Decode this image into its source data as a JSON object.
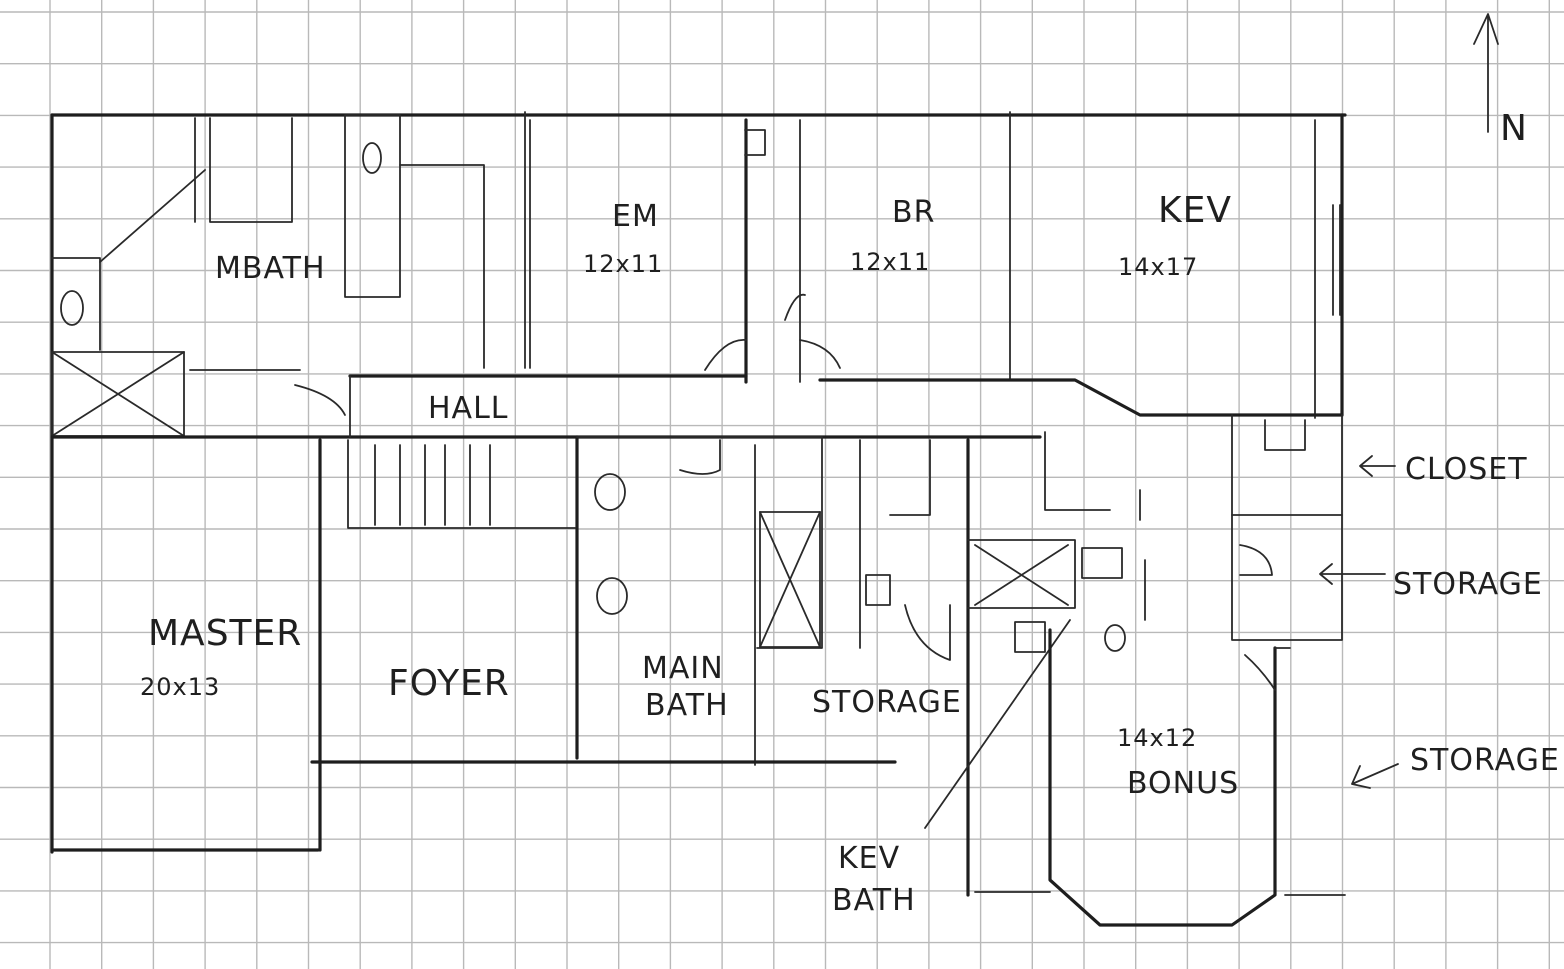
{
  "rooms": {
    "mbath": "MBATH",
    "em": "EM",
    "em_size": "12x11",
    "br": "BR",
    "br_size": "12x11",
    "kev": "KEV",
    "kev_size": "14x17",
    "hall": "HALL",
    "master": "MASTER",
    "master_size": "20x13",
    "foyer": "FOYER",
    "main_bath_line1": "MAIN",
    "main_bath_line2": "BATH",
    "storage_center": "STORAGE",
    "bonus_size": "14x12",
    "bonus": "BONUS",
    "kev_bath_line1": "KEV",
    "kev_bath_line2": "BATH"
  },
  "callouts": {
    "closet": "CLOSET",
    "storage_upper": "STORAGE",
    "storage_lower": "STORAGE"
  },
  "compass": {
    "north": "N"
  },
  "colors": {
    "ink": "#1e1e1e",
    "grid": "#b9b9b9",
    "paper": "#ffffff"
  }
}
